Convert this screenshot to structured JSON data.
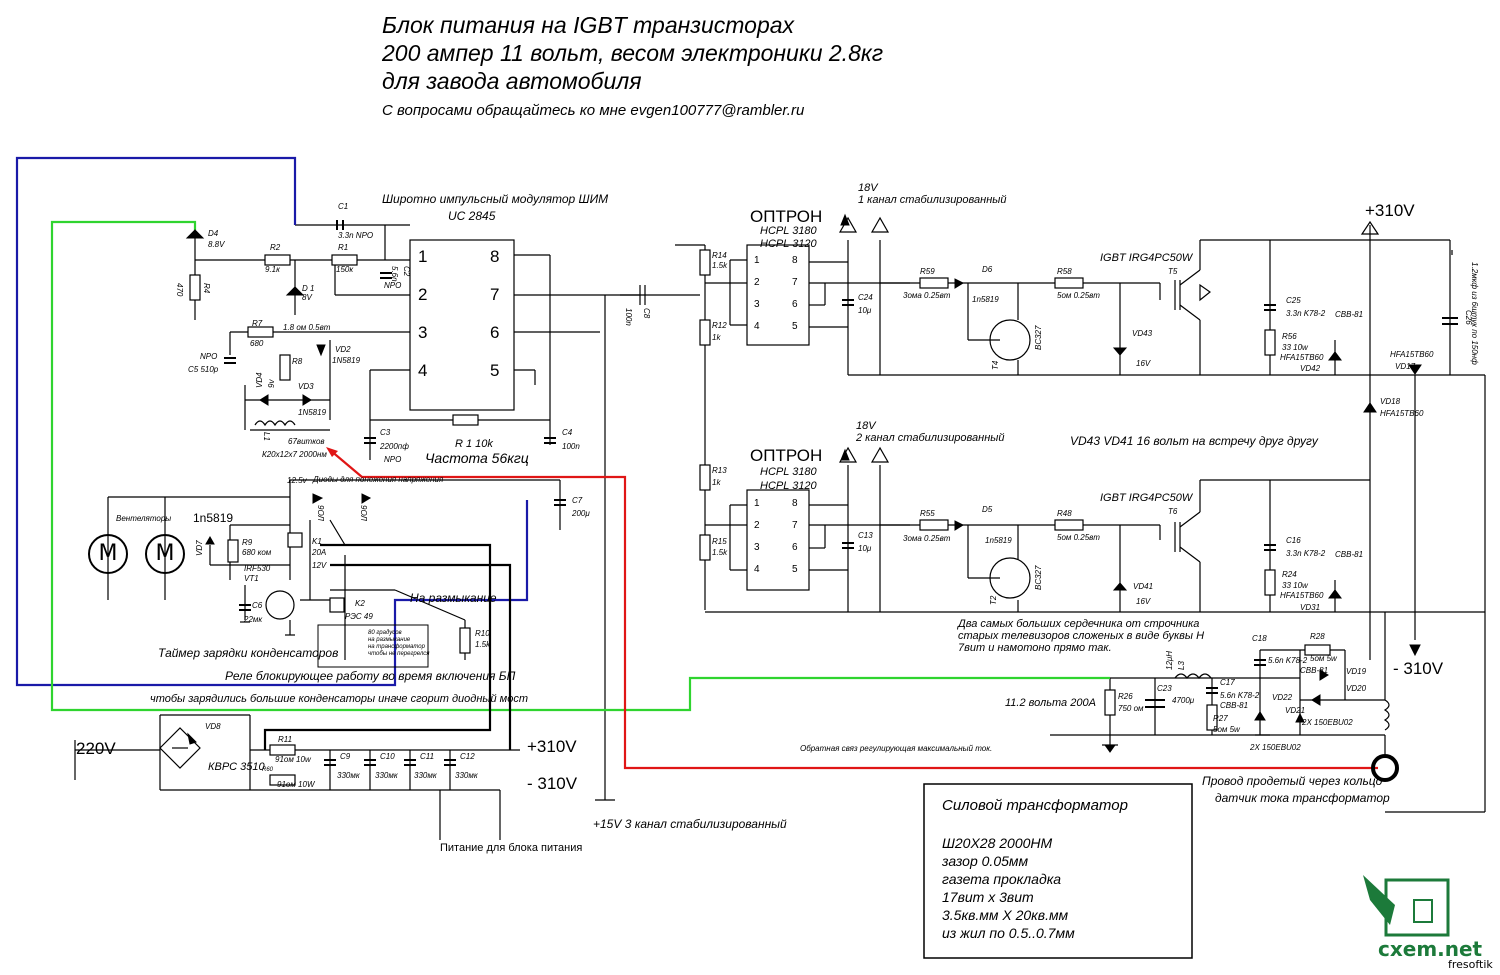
{
  "header": {
    "title_line1": "Блок питания на IGBT транзисторах",
    "title_line2": "200 ампер 11 вольт, весом электроники 2.8кг",
    "title_line3": "для завода автомобиля",
    "contact": "С вопросами обращайтесь ко мне evgen100777@rambler.ru"
  },
  "pwm": {
    "title": "Широтно импульсный модулятор ШИМ",
    "chip": "UC 2845",
    "pins": [
      "1",
      "2",
      "3",
      "4",
      "8",
      "7",
      "6",
      "5"
    ],
    "freq": "Частота 56кгц",
    "r1": "R 1 10k"
  },
  "optron1": {
    "title": "ОПТРОН",
    "model1": "HCPL 3180",
    "model2": "HCPL 3120",
    "pins": [
      "1",
      "2",
      "3",
      "4",
      "8",
      "7",
      "6",
      "5"
    ]
  },
  "optron2": {
    "title": "ОПТРОН",
    "model1": "HCPL 3180",
    "model2": "HCPL 3120",
    "pins": [
      "1",
      "2",
      "3",
      "4",
      "8",
      "7",
      "6",
      "5"
    ]
  },
  "supply": {
    "ch1_v": "18V",
    "ch1": "1 канал стабилизированный",
    "ch2_v": "18V",
    "ch2": "2 канал стабилизированный",
    "ch3": "+15V 3 канал стабилизированный",
    "plus310_top": "+310V",
    "minus310_right": "- 310V",
    "plus310": "+310V",
    "minus310": "- 310V",
    "v220": "220V",
    "supply_note": "Питание для блока питания"
  },
  "labels": {
    "igbt1": "IGBT IRG4PC50W",
    "igbt2": "IGBT IRG4PC50W",
    "vd_note": "VD43  VD41 16 вольт на встречу друг другу",
    "cores_line1": "Два самых больших сердечника от строчника",
    "cores_line2": "старых телевизоров сложеных в виде буквы Н",
    "cores_line3": "7вит и намотоно прямо так.",
    "out": "11.2 вольта 200А",
    "feedback": "Обратная связ регулирующая максимальный ток.",
    "current_line1": "Провод продетый через кольцо",
    "current_line2": "датчик тока  трансформатор",
    "timer": "Таймер зарядки конденсаторов",
    "relay_block": "Реле блокирующее работу во время включения БП",
    "charge_note": "чтобы зарядились большие конденсаторы иначе сгорит диодный мост",
    "relay_open": "На размыкание",
    "relay_note1": "80 градусов",
    "relay_note2": "на размыкание",
    "relay_note3": "на трансформатор",
    "relay_note4": "чтобы не перегрелся",
    "fans": "Вентеляторы",
    "diodes_note": "Диоды для понежения напряжения",
    "turns": "67витков",
    "core": "К20х12х7  2000нм",
    "c26_note": "1.2мкф из 6штук по 150нф",
    "diode_pair": "2X 150EBU02",
    "diode_pair2": "2X 150EBU02",
    "site": "fresoftik"
  },
  "transformer": {
    "title": "Силовой трансформатор",
    "l1": "Ш20Х28  2000НМ",
    "l2": "зазор 0.05мм",
    "l3": "газета прокладка",
    "l4": "17вит х 3вит",
    "l5": "3.5кв.мм Х 20кв.мм",
    "l6": "из жил по 0.5..0.7мм"
  },
  "components": {
    "D4": "D4",
    "D4v": "8.8V",
    "R4": "R4",
    "R4v": "470",
    "R2": "R2",
    "R2v": "9.1к",
    "R1": "R1",
    "R1v": "150к",
    "C1": "C1",
    "C1v": "3.3n NPO",
    "C2": "C2",
    "C2v": "5.6n",
    "NPO": "NPO",
    "D1": "D 1",
    "D1v": "8V",
    "R7": "R7",
    "R7v": "680",
    "R7n": "1.8 ом 0.5вт",
    "R8": "R8",
    "VD2": "VD2",
    "VD2v": "1N5819",
    "C5": "C5 510p",
    "NPO2": "NPO",
    "VD4": "VD4",
    "VD4v": "9v",
    "VD3": "VD3",
    "VD3v": "1N5819",
    "L1": "L1",
    "C3": "C3",
    "C3v": "2200пф",
    "NPO3": "NPO",
    "C4": "C4",
    "C4v": "100n",
    "C8": "C8",
    "C8v": "100n",
    "R14": "R14",
    "R14v": "1.5k",
    "R12": "R12",
    "R12v": "1k",
    "R13": "R13",
    "R13v": "1k",
    "R15": "R15",
    "R15v": "1.5k",
    "C24": "C24",
    "C24v": "10μ",
    "C13": "C13",
    "C13v": "10μ",
    "R59": "R59",
    "R59v": "3ома  0.25вт",
    "R55": "R55",
    "R55v": "3ома  0.25вт",
    "D6": "D6",
    "D6v": "1n5819",
    "D5": "D5",
    "D5v": "1n5819",
    "R58": "R58",
    "R58v": "5ом  0.25вт",
    "R48": "R48",
    "R48v": "5ом 0.25вт",
    "T4": "T4",
    "T4v": "BC327",
    "T2": "T2",
    "T2v": "BC327",
    "VD43": "VD43",
    "VD43v": "16V",
    "VD41": "VD41",
    "VD41v": "16V",
    "T5": "T5",
    "T6": "T6",
    "C25": "C25",
    "C25v": "3.3n K78-2",
    "CBB": "CBB-81",
    "C16": "C16",
    "C16v": "3.3n K78-2",
    "CBB2": "CBB-81",
    "R56": "R56",
    "R56v": "33 10w",
    "VD42m": "HFA15TB60",
    "VD42": "VD42",
    "R24": "R24",
    "R24v": "33 10w",
    "VD31m": "HFA15TB60",
    "VD31": "VD31",
    "VD17m": "HFA15TB60",
    "VD17": "VD17",
    "VD18": "VD18",
    "VD18m": "HFA15TB60",
    "C26": "C26",
    "C7": "C7",
    "C7v": "200μ",
    "v125": "12.5v",
    "VD_a": "9ОЛ",
    "VD_b": "9ОЛ",
    "n5819": "1n5819",
    "VD7": "VD7",
    "R9": "R9",
    "R9v": "680 ком",
    "IRF": "IRF530",
    "VT1": "VT1",
    "C6": "C6",
    "C6v": "22мк",
    "K1": "K1",
    "K1v": "20А",
    "K1v2": "12V",
    "K2": "K2",
    "K2v": "РЭС 49",
    "R10": "R10",
    "R10v": "1.5k",
    "VD8": "VD8",
    "KBPC": "КВРС 3510",
    "R11": "R11",
    "R11v": "91ом  10w",
    "R60": "R60",
    "R60v": "91ом  10W",
    "C9": "C9",
    "C10": "C10",
    "C11": "C11",
    "C12": "C12",
    "C330": "330мк",
    "L3": "L3",
    "L3v": "12μH",
    "R26": "R26",
    "R26v": "750 ом",
    "C23": "C23",
    "C23v": "4700μ",
    "C17": "C17",
    "C17v": "5.6n  K78-2",
    "CBB3": "CBB-81",
    "R27": "R27",
    "R27v": "5ом 5w",
    "VD22": "VD22",
    "VD21": "VD21",
    "C18": "C18",
    "C18v": "5.6n K78-2",
    "CBB4": "CBB-81",
    "R28": "R28",
    "R28v": "5ом 5w",
    "VD19": "VD19",
    "VD20": "VD20"
  }
}
